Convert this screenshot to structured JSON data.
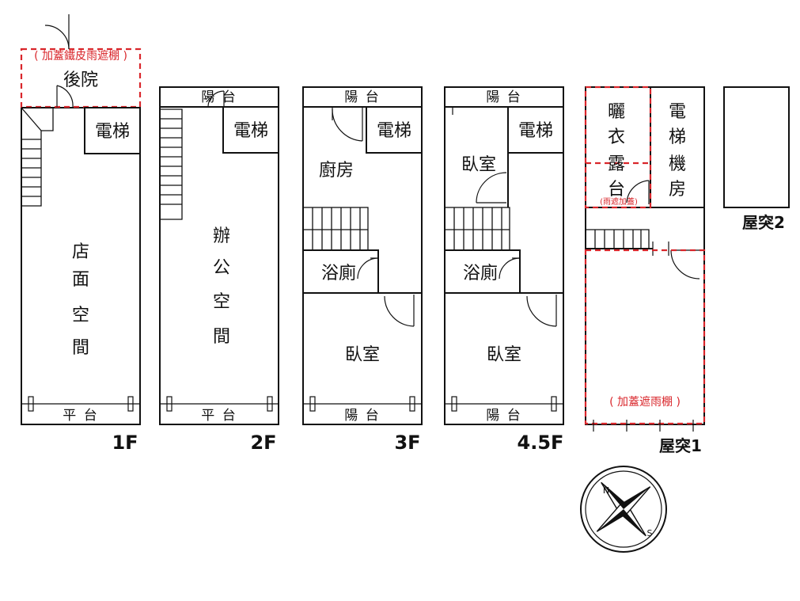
{
  "plans": {
    "f1": {
      "awning_note": "( 加蓋鐵皮雨遮棚 )",
      "backyard": "後院",
      "elevator": "電梯",
      "shop": [
        "店",
        "面",
        "空",
        "間"
      ],
      "platform": "平 台",
      "floor_label": "1F"
    },
    "f2": {
      "balcony_top": "陽 台",
      "elevator": "電梯",
      "office": [
        "辦",
        "公",
        "空",
        "間"
      ],
      "platform": "平 台",
      "floor_label": "2F"
    },
    "f3": {
      "balcony_top": "陽 台",
      "elevator": "電梯",
      "kitchen": "廚房",
      "bathroom": "浴廁",
      "bedroom": "臥室",
      "balcony_bottom": "陽 台",
      "floor_label": "3F"
    },
    "f45": {
      "balcony_top": "陽 台",
      "elevator": "電梯",
      "bedroom_small": "臥室",
      "bathroom": "浴廁",
      "bedroom": "臥室",
      "balcony_bottom": "陽 台",
      "floor_label": "4.5F"
    },
    "roof1": {
      "drying_terrace": [
        "曬",
        "衣",
        "露",
        "台"
      ],
      "rain_cover_small": "(雨遮加蓋)",
      "elevator_room": [
        "電",
        "梯",
        "機",
        "房"
      ],
      "rain_cover": "( 加蓋遮雨棚 )",
      "floor_label": "屋突1"
    },
    "roof2": {
      "floor_label": "屋突2"
    }
  },
  "compass": {
    "north": "N",
    "south": "S"
  },
  "colors": {
    "line": "#111111",
    "dashed": "#d9262b"
  }
}
